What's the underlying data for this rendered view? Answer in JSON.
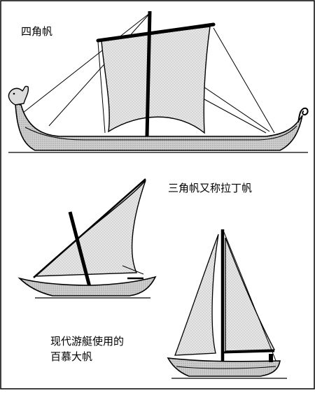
{
  "labels": {
    "square_sail": "四角帆",
    "lateen_sail": "三角帆又称拉丁帆",
    "modern_line1": "现代游艇使用的",
    "modern_line2": "百慕大帆"
  },
  "colors": {
    "ink": "#000000",
    "sail_fill": "#e4e4e4",
    "hull_fill": "#c9c9c9",
    "background": "#ffffff"
  }
}
